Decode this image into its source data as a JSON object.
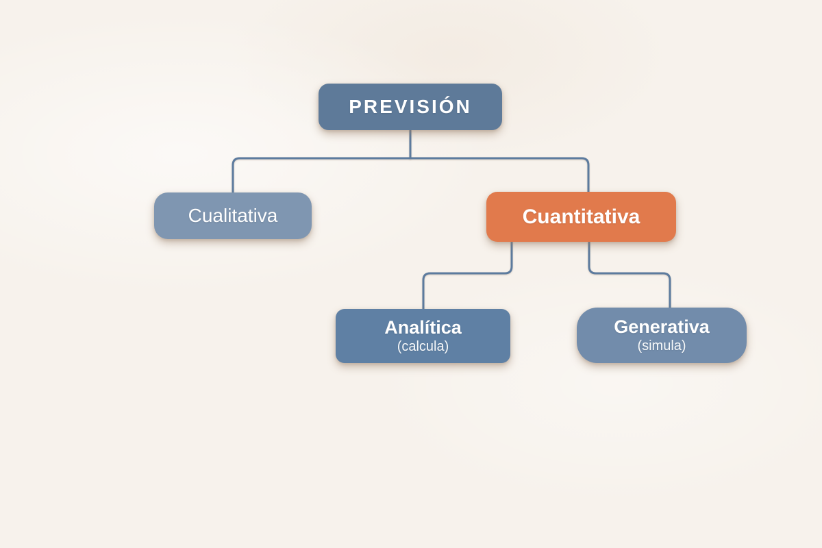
{
  "diagram": {
    "type": "tree",
    "language": "es",
    "root": "PREVISIÓN",
    "hierarchy": [
      {
        "parent": "PREVISIÓN",
        "children": [
          "Cualitativa",
          "Cuantitativa"
        ]
      },
      {
        "parent": "Cuantitativa",
        "children": [
          "Analítica",
          "Generativa"
        ]
      }
    ]
  },
  "nodes": {
    "root": {
      "label": "PREVISIÓN",
      "color": "#5e7a99"
    },
    "qualitative": {
      "label": "Cualitativa",
      "color": "#7f96b1"
    },
    "quantitative": {
      "label": "Cuantitativa",
      "color": "#e17a4c"
    },
    "analytical": {
      "label": "Analítica",
      "sublabel": "(calcula)",
      "color": "#5f80a4"
    },
    "generative": {
      "label": "Generativa",
      "sublabel": "(simula)",
      "color": "#728cab"
    }
  },
  "colors": {
    "background": "#f7f2ec",
    "connector": "#5c7b9e",
    "node_text": "#ffffff",
    "highlight": "#e17a4c"
  }
}
